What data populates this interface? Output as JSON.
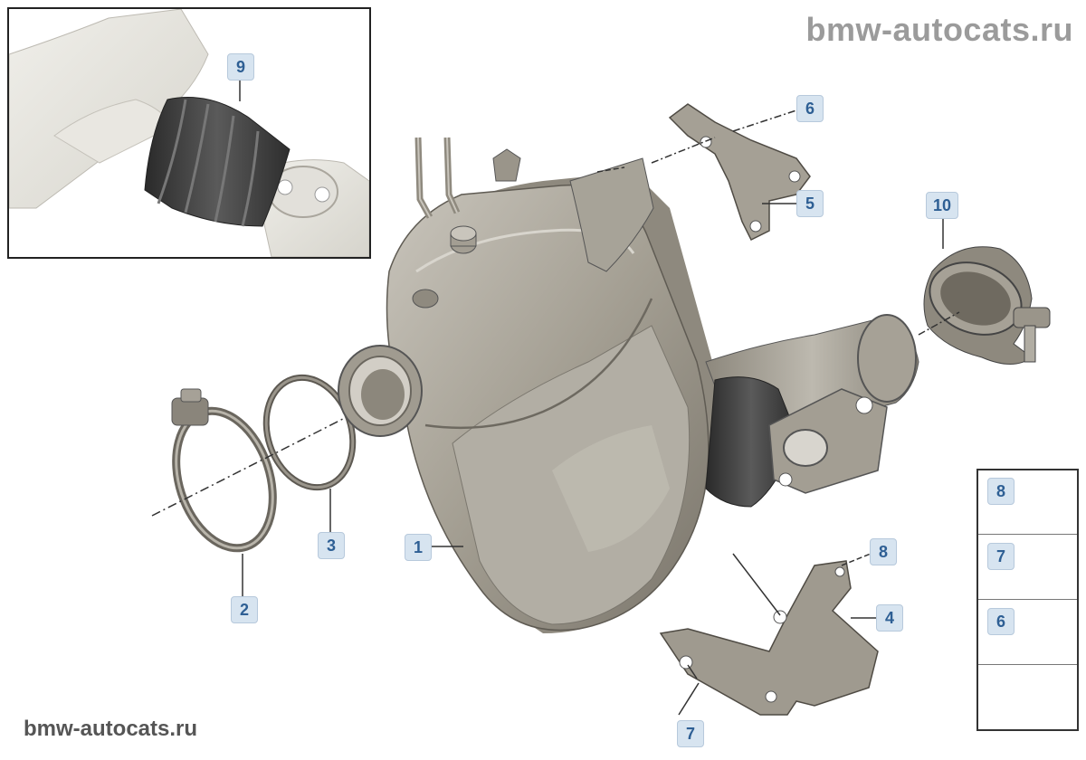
{
  "watermarks": {
    "top": "bmw-autocats.ru",
    "bottom": "bmw-autocats.ru"
  },
  "callouts": {
    "c1": "1",
    "c2": "2",
    "c3": "3",
    "c4": "4",
    "c5": "5",
    "c6": "6",
    "c7": "7",
    "c8": "8",
    "c9": "9",
    "c10": "10"
  },
  "legend": {
    "items": [
      {
        "label": "8",
        "icon": "bolt-icon"
      },
      {
        "label": "7",
        "icon": "nut-icon"
      },
      {
        "label": "6",
        "icon": "bolt-icon"
      },
      {
        "label": "",
        "icon": "car-front-arrow-icon"
      }
    ]
  },
  "colors": {
    "metal": "#a39e92",
    "metal_dark": "#6f6a60",
    "metal_light": "#cfcbc2",
    "inset_metal": "#e4e2dc",
    "rubber": "#3c3c3c",
    "callout_bg": "#d7e4f0",
    "callout_text": "#2e5f94"
  }
}
